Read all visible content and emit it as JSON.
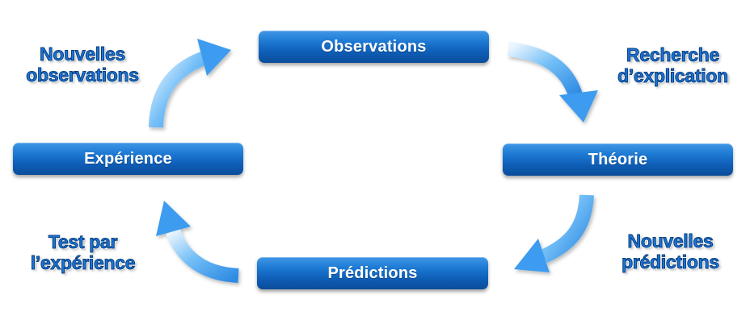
{
  "nodes": {
    "observations": "Observations",
    "theorie": "Théorie",
    "predictions": "Prédictions",
    "experience": "Expérience"
  },
  "labels": {
    "nouvelles_observations": [
      "Nouvelles",
      "observations"
    ],
    "recherche_explication": [
      "Recherche",
      "d’explication"
    ],
    "nouvelles_predictions": [
      "Nouvelles",
      "prédictions"
    ],
    "test_experience": [
      "Test par",
      "l’expérience"
    ]
  },
  "colors": {
    "box": "#1466c2",
    "arrow": "#3b9bf0",
    "label": "#1c73d8"
  }
}
